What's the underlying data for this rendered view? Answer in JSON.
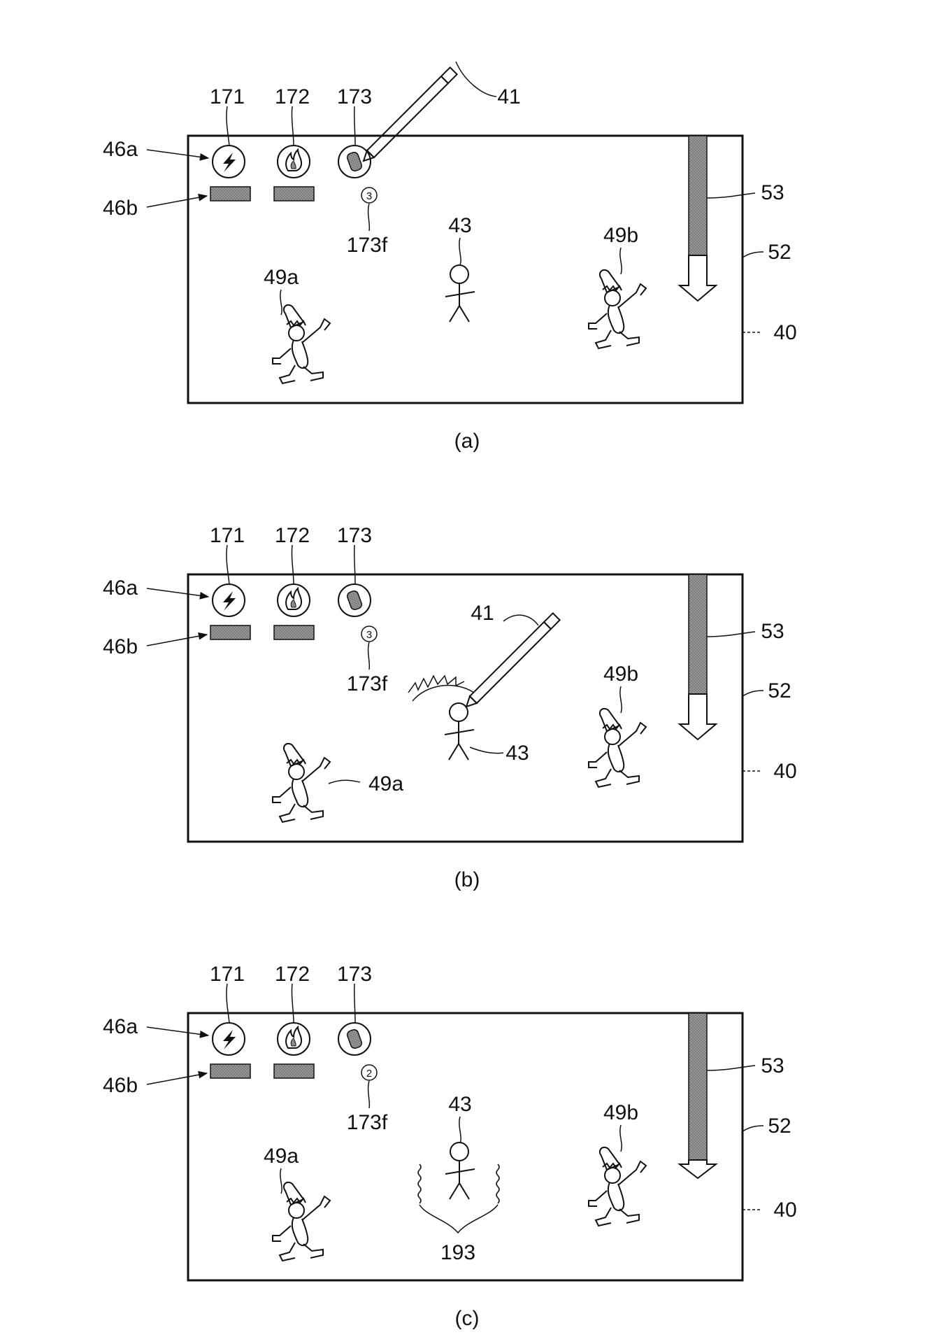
{
  "labels": {
    "icon_171": "171",
    "icon_172": "172",
    "icon_173": "173",
    "stylus": "41",
    "icon_row": "46a",
    "bar_row": "46b",
    "count_label": "173f",
    "player": "43",
    "enemy_a": "49a",
    "enemy_b": "49b",
    "gauge_fill": "53",
    "gauge": "52",
    "screen": "40",
    "effect": "193"
  },
  "panels": [
    {
      "caption": "(a)",
      "item_count": "3",
      "gauge_level": 0.43
    },
    {
      "caption": "(b)",
      "item_count": "3",
      "gauge_level": 0.43
    },
    {
      "caption": "(c)",
      "item_count": "2",
      "gauge_level": 0.56
    }
  ],
  "icons": [
    "lightning-icon",
    "fire-icon",
    "capsule-icon"
  ]
}
